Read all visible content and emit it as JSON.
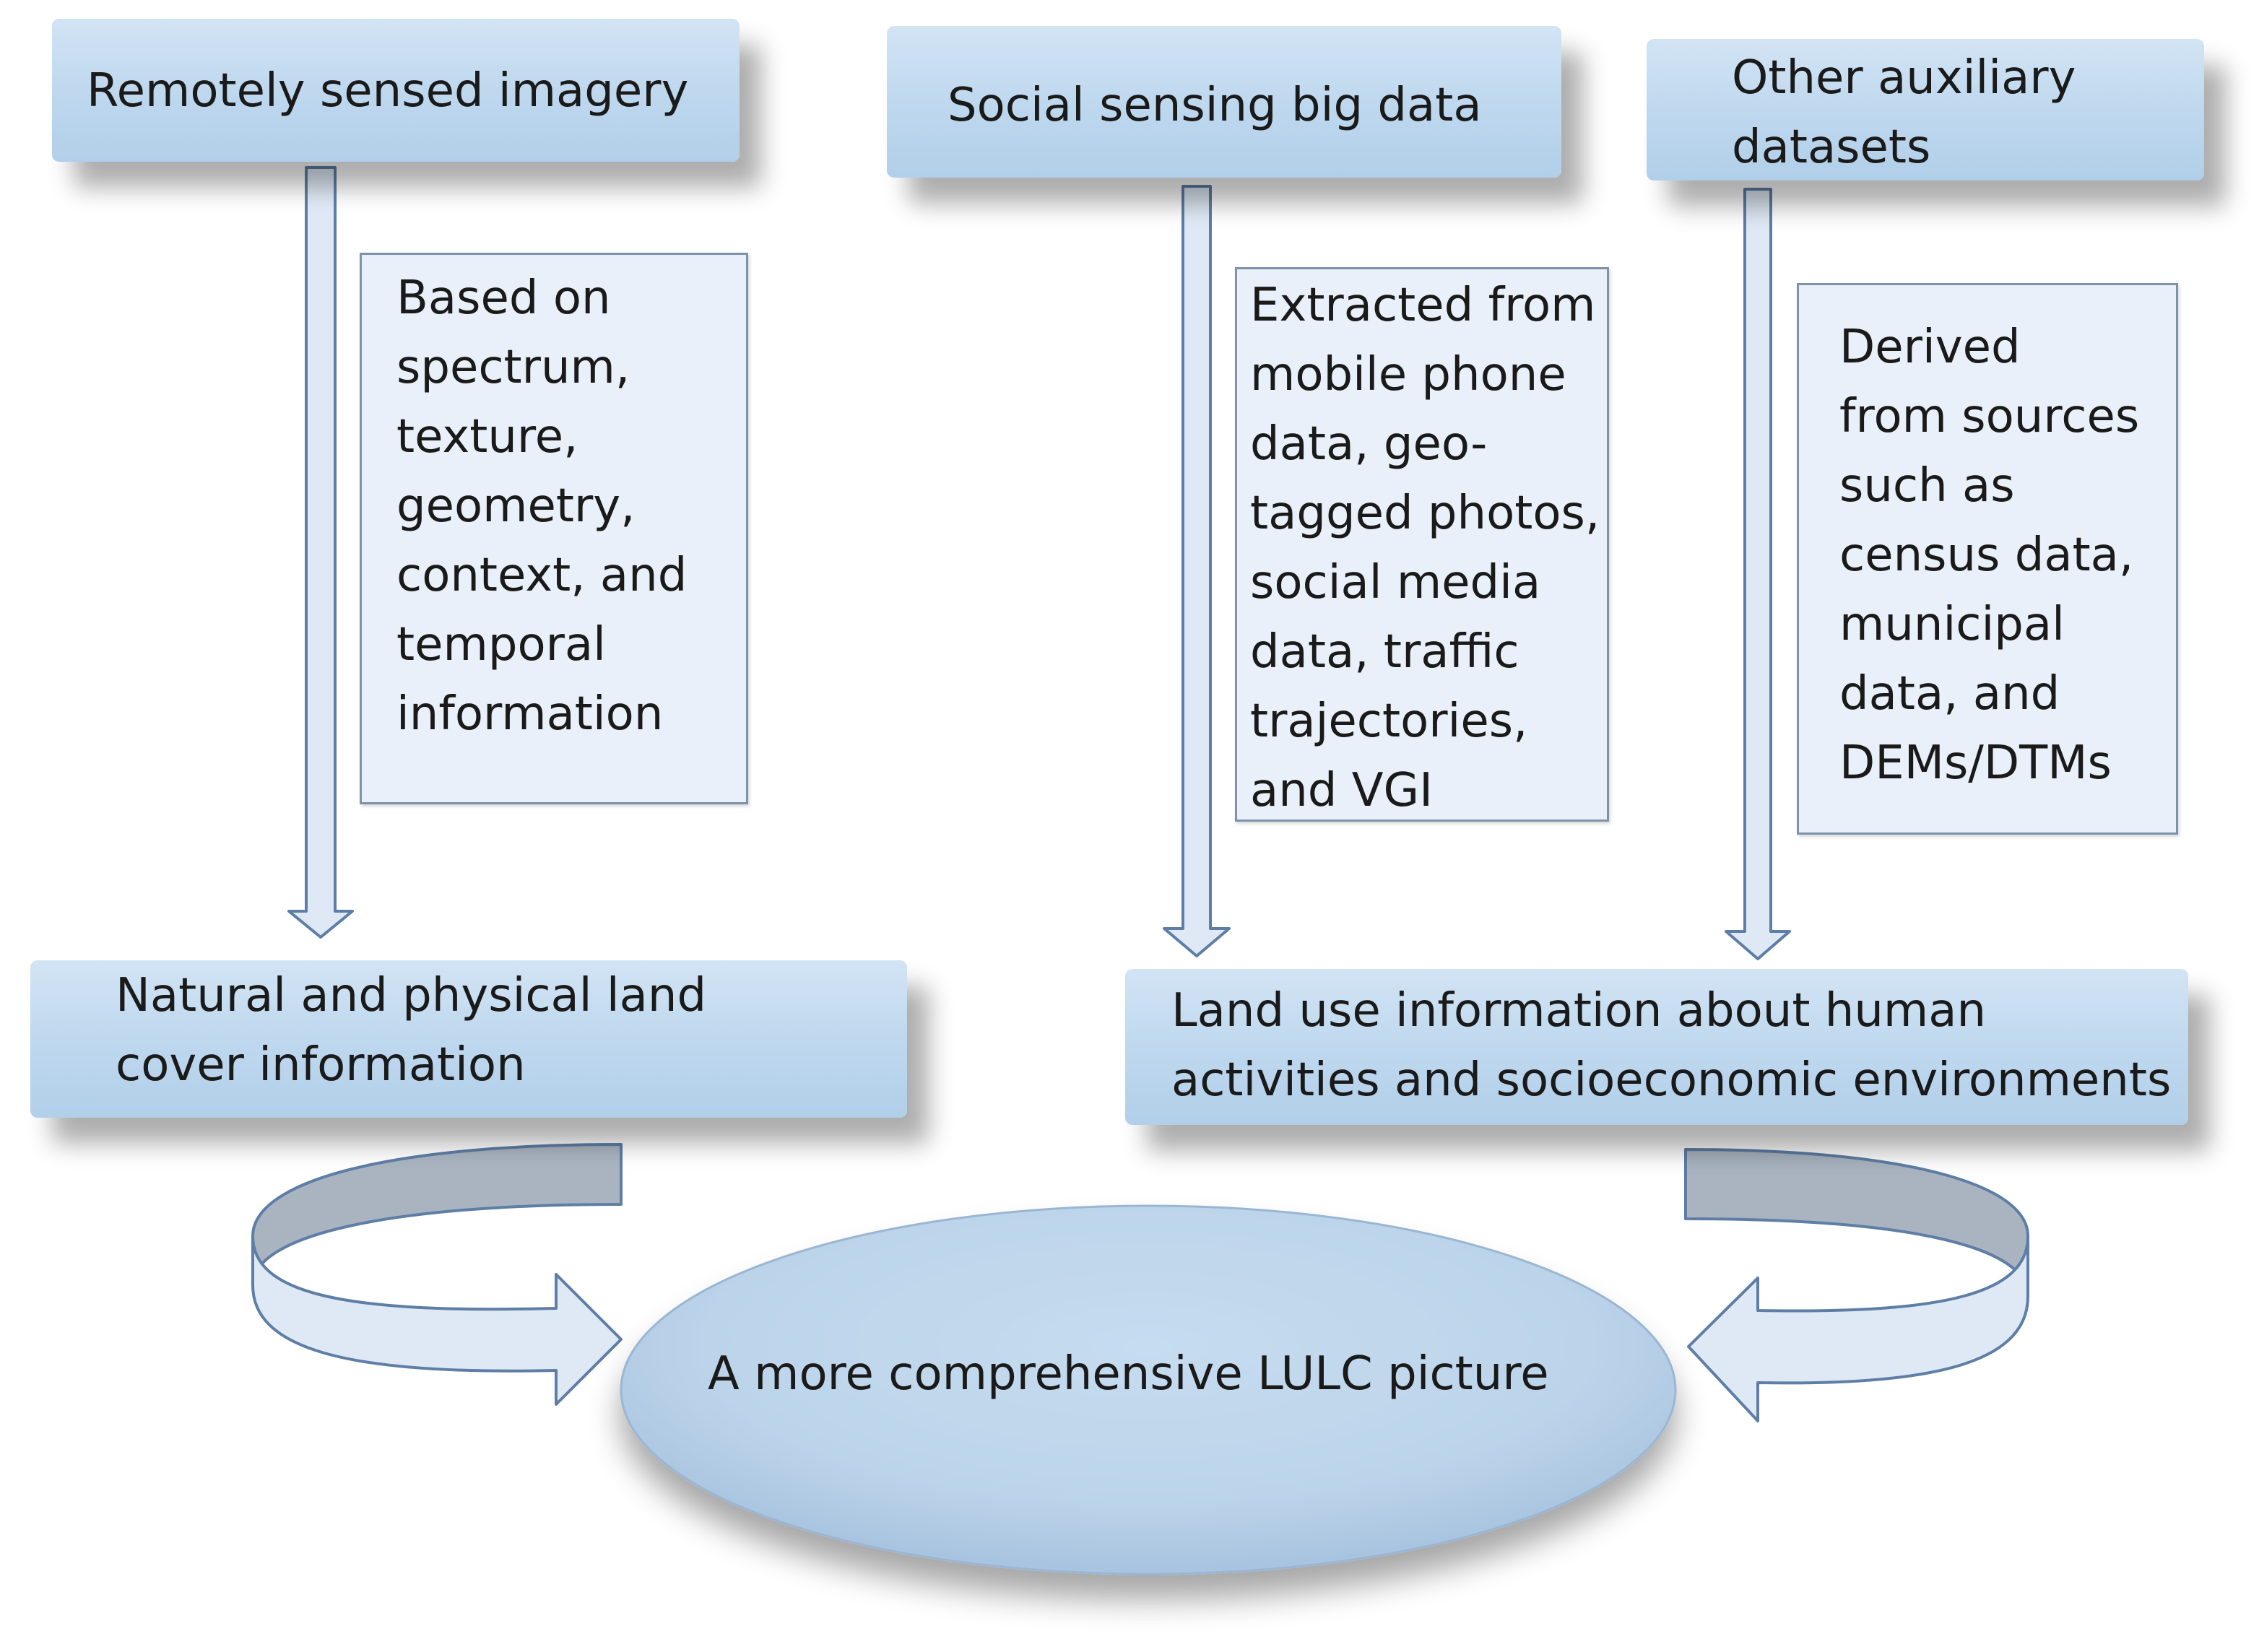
{
  "sources": {
    "remote": {
      "label": "Remotely sensed imagery"
    },
    "social": {
      "label": "Social sensing big data"
    },
    "aux": {
      "lines": [
        "Other auxiliary",
        "datasets"
      ]
    }
  },
  "notes": {
    "remote": {
      "lines": [
        "Based on",
        "spectrum,",
        "texture,",
        "geometry,",
        "context, and",
        "temporal",
        "information"
      ]
    },
    "social": {
      "lines": [
        "Extracted from",
        "mobile phone",
        "data, geo-",
        "tagged photos,",
        "social media",
        "data, traffic",
        "trajectories,",
        "and VGI"
      ]
    },
    "aux": {
      "lines": [
        "Derived",
        "from sources",
        "such as",
        "census data,",
        "municipal",
        "data, and",
        "DEMs/DTMs"
      ]
    }
  },
  "outputs": {
    "landcover": {
      "lines": [
        "Natural and physical land",
        "cover information"
      ]
    },
    "landuse": {
      "lines": [
        "Land use information about human",
        "activities and socioeconomic environments"
      ]
    }
  },
  "result": {
    "label": "A more comprehensive LULC picture"
  },
  "colors": {
    "box_fill": "#bdd7ee",
    "note_fill": "#e9f0f9",
    "note_border": "#7e93ab",
    "arrow_fill": "#dfe9f5",
    "arrow_stroke": "#5e7ea6",
    "curve_back": "#aab4c1",
    "ellipse_fill": "#bcd4ea"
  }
}
